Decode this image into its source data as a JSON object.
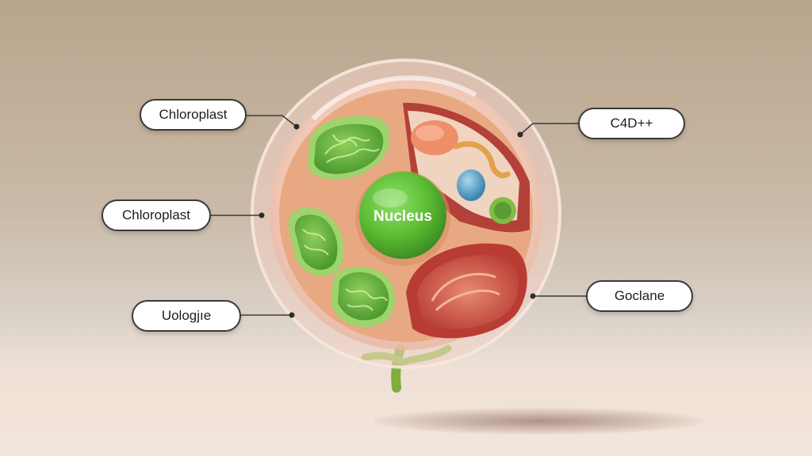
{
  "labels": {
    "left_top": "Chloroplast",
    "left_middle": "Chloroplast",
    "left_bottom": "Uologjıe",
    "right_top": "C4D++",
    "right_bottom": "Goclane"
  },
  "center": {
    "nucleus": "Nucleus"
  },
  "colors": {
    "membrane": "#f5cbb8",
    "chloroplast_green": "#5fae3a",
    "nucleus_green": "#63c23d",
    "mitochondria_red": "#c8473e"
  }
}
